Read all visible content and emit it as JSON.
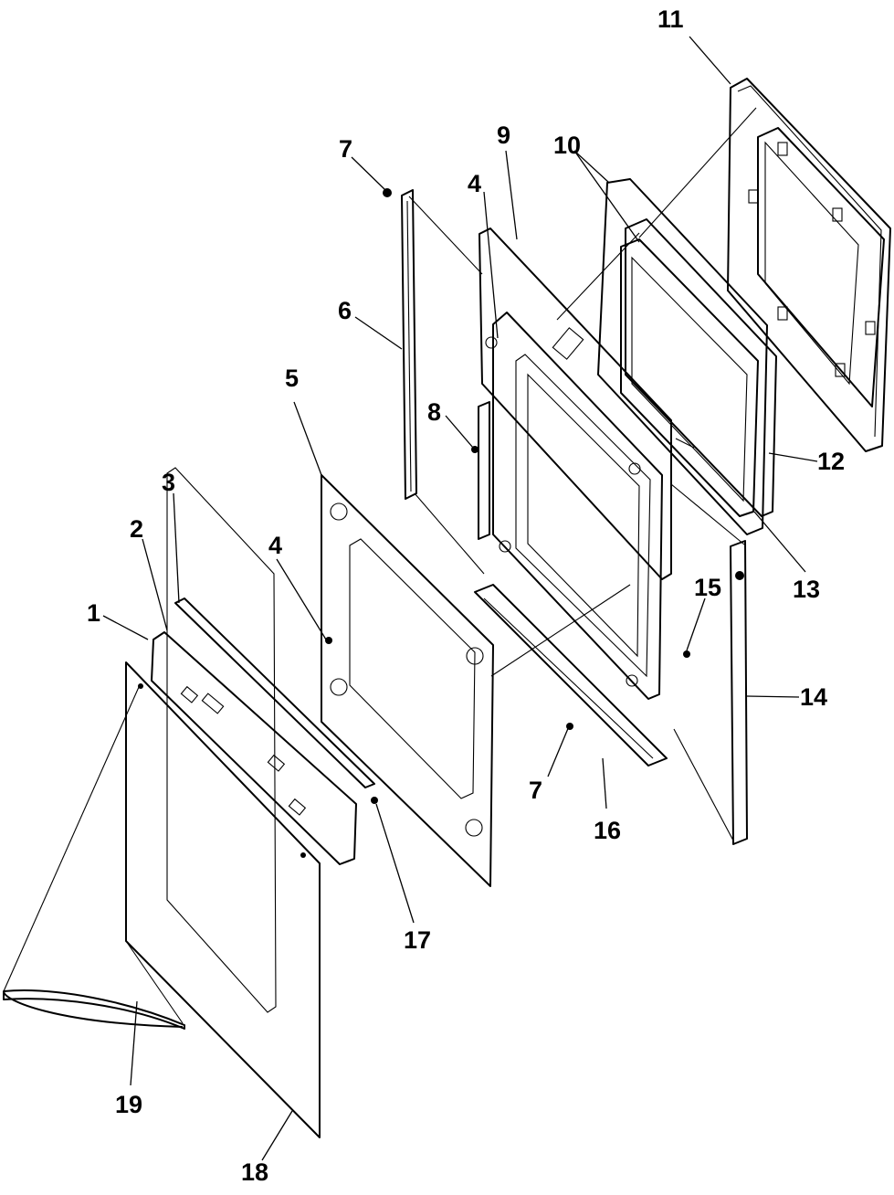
{
  "diagram": {
    "callouts": [
      {
        "id": "c1",
        "text": "1"
      },
      {
        "id": "c2",
        "text": "2"
      },
      {
        "id": "c3",
        "text": "3"
      },
      {
        "id": "c4a",
        "text": "4"
      },
      {
        "id": "c4b",
        "text": "4"
      },
      {
        "id": "c5",
        "text": "5"
      },
      {
        "id": "c6",
        "text": "6"
      },
      {
        "id": "c7a",
        "text": "7"
      },
      {
        "id": "c7b",
        "text": "7"
      },
      {
        "id": "c8",
        "text": "8"
      },
      {
        "id": "c9",
        "text": "9"
      },
      {
        "id": "c10",
        "text": "10"
      },
      {
        "id": "c11",
        "text": "11"
      },
      {
        "id": "c12",
        "text": "12"
      },
      {
        "id": "c13",
        "text": "13"
      },
      {
        "id": "c14",
        "text": "14"
      },
      {
        "id": "c15",
        "text": "15"
      },
      {
        "id": "c16",
        "text": "16"
      },
      {
        "id": "c17",
        "text": "17"
      },
      {
        "id": "c18",
        "text": "18"
      },
      {
        "id": "c19",
        "text": "19"
      }
    ]
  }
}
